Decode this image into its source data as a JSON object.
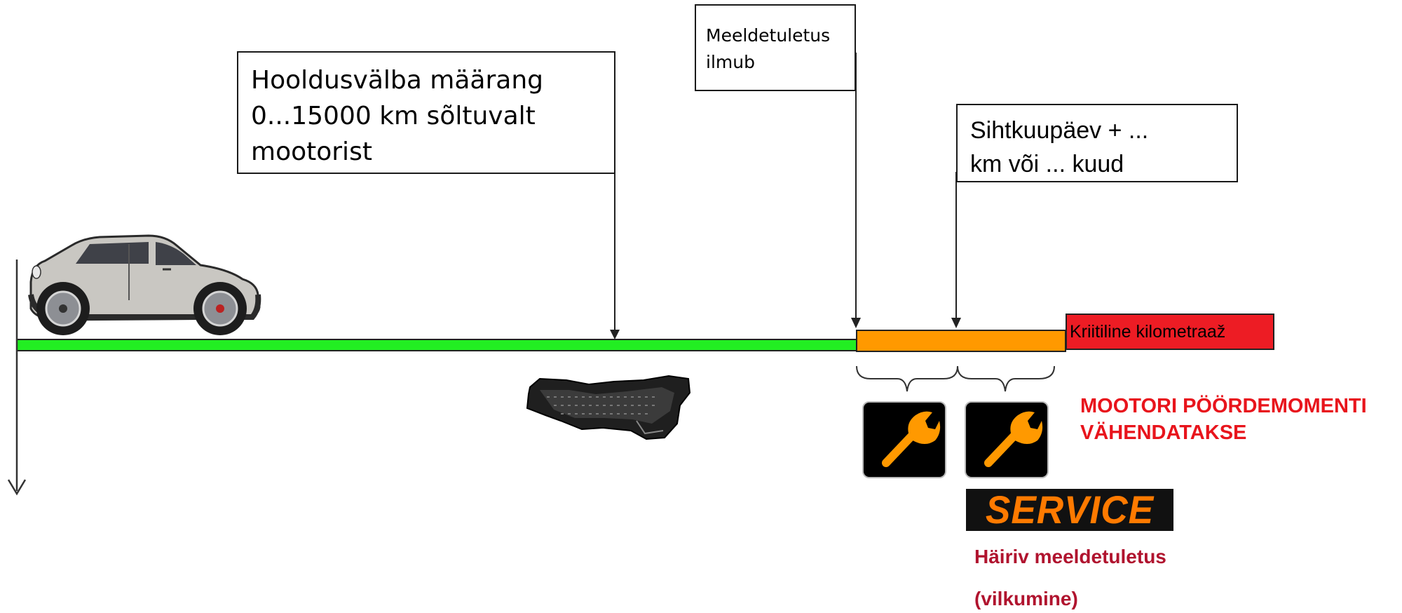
{
  "callouts": {
    "interval": "Hooldusvälba määrang\n0...15000 km sõltuvalt\nmootorist",
    "reminder": "Meeldetuletus\nilmub",
    "target": "Sihtkuupäev  + ...\nkm või ... kuud"
  },
  "critical_label": "Kriitiline kilometraaž",
  "torque_warning": "MOOTORI PÖÖRDEMOMENTI\nVÄHENDATAKSE",
  "service_display": "SERVICE",
  "disturbing_reminder": {
    "line1": "Häiriv meeldetuletus",
    "line2": "(vilkumine)"
  },
  "colors": {
    "green_phase": "#22ee22",
    "orange_phase": "#ff9900",
    "critical_red": "#ed1c24",
    "torque_red": "#e8141c",
    "disturb_red": "#b0132e",
    "wrench_orange": "#ff9900"
  },
  "icons": [
    "car-icon",
    "oil-pan-icon",
    "wrench-icon",
    "service-display"
  ]
}
